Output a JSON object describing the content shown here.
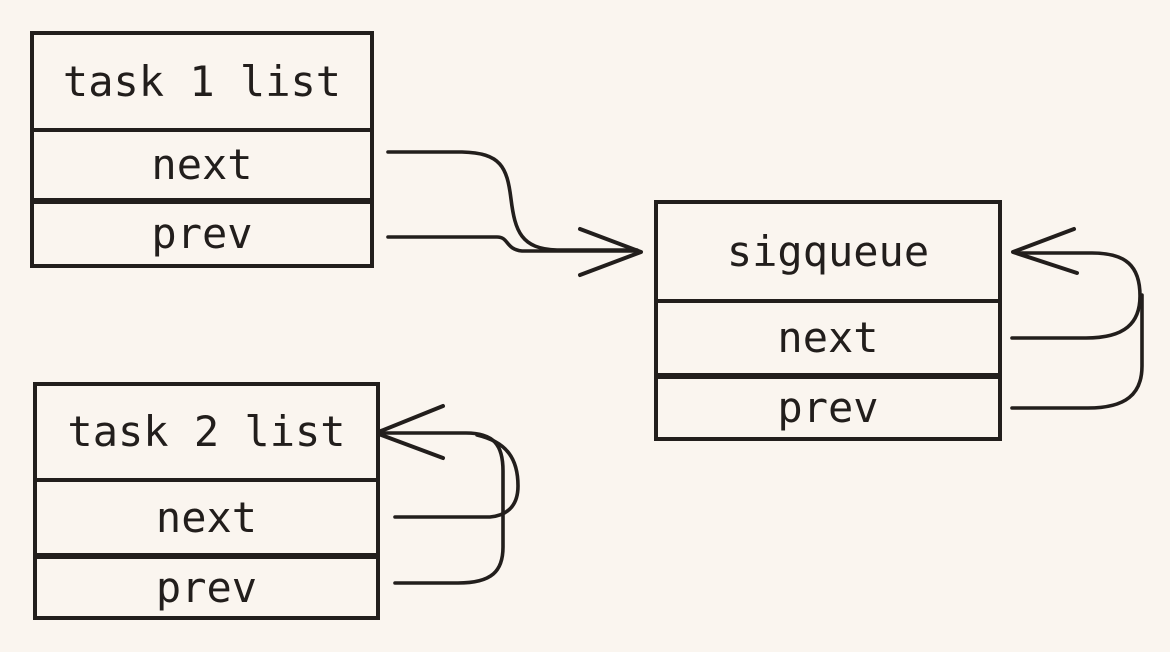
{
  "diagram": {
    "background_color": "#FAF5EF",
    "ink_color": "#221E1C",
    "boxes": [
      {
        "id": "task1",
        "title": "task 1 list",
        "fields": [
          "next",
          "prev"
        ]
      },
      {
        "id": "sigqueue",
        "title": "sigqueue",
        "fields": [
          "next",
          "prev"
        ]
      },
      {
        "id": "task2",
        "title": "task 2 list",
        "fields": [
          "next",
          "prev"
        ]
      }
    ],
    "edges": [
      {
        "from": "task 1 list.next",
        "to": "sigqueue",
        "style": "merged-arrow"
      },
      {
        "from": "task 1 list.prev",
        "to": "sigqueue",
        "style": "merged-arrow"
      },
      {
        "from": "sigqueue.next",
        "to": "sigqueue",
        "style": "self-loop"
      },
      {
        "from": "sigqueue.prev",
        "to": "sigqueue",
        "style": "self-loop"
      },
      {
        "from": "task 2 list.next",
        "to": "task 2 list",
        "style": "self-loop"
      },
      {
        "from": "task 2 list.prev",
        "to": "task 2 list",
        "style": "self-loop"
      }
    ]
  }
}
